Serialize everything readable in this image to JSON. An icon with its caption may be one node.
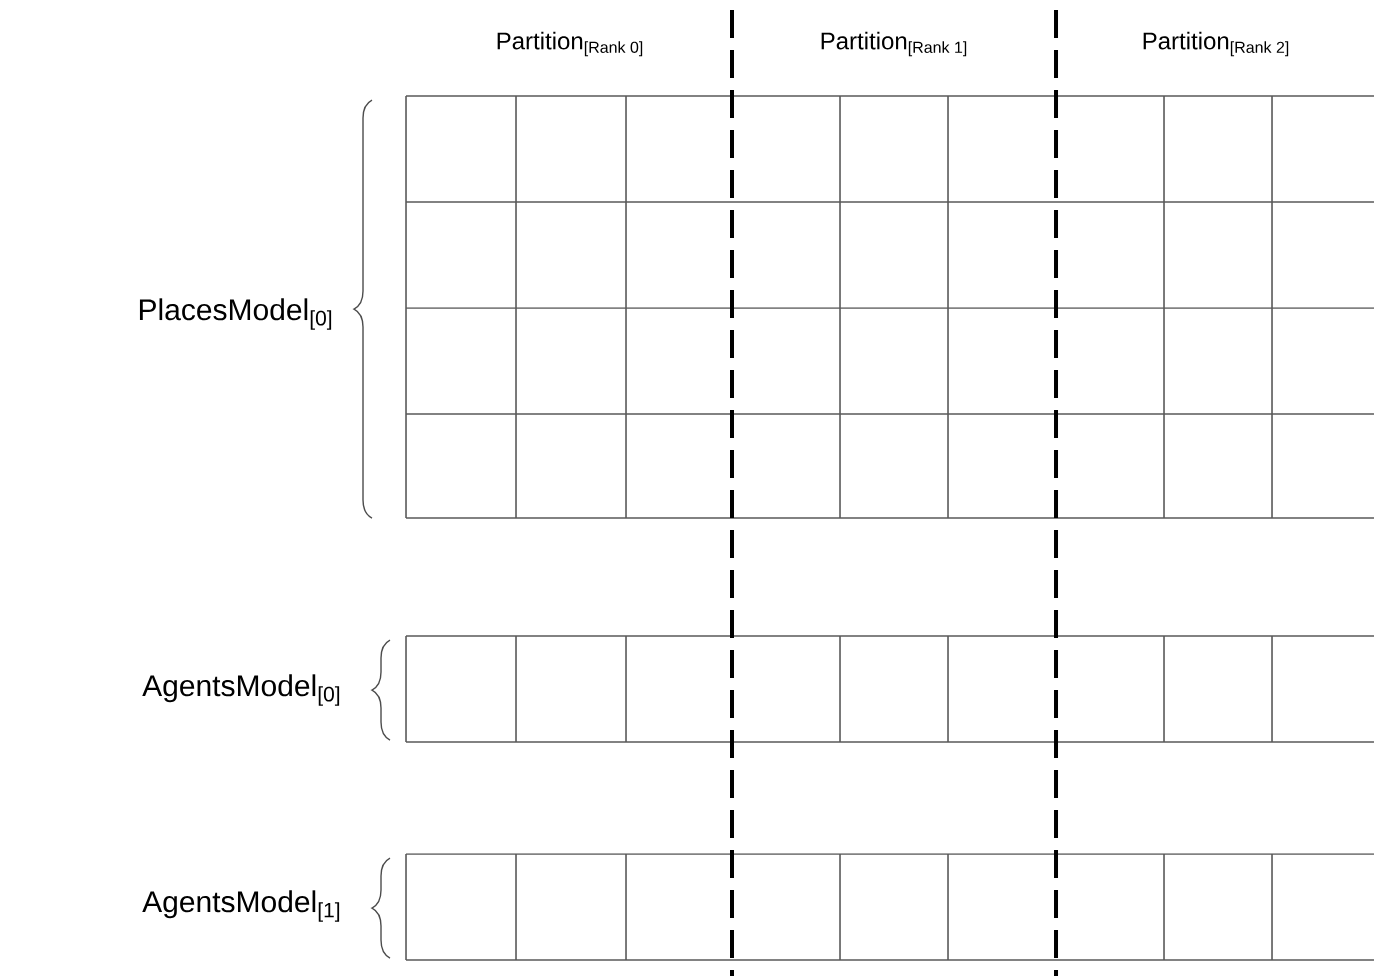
{
  "diagram": {
    "labels": [
      "Partition$_{[Rank 0]}$",
      "Partition$_{[Rank 1]}$",
      "Partition$_{[Rank 2]}$",
      "PlacesModel$_{[0]}$",
      "AgentsModel$_{[0]}$",
      "AgentsModel$_{[1]}$"
    ]
  }
}
